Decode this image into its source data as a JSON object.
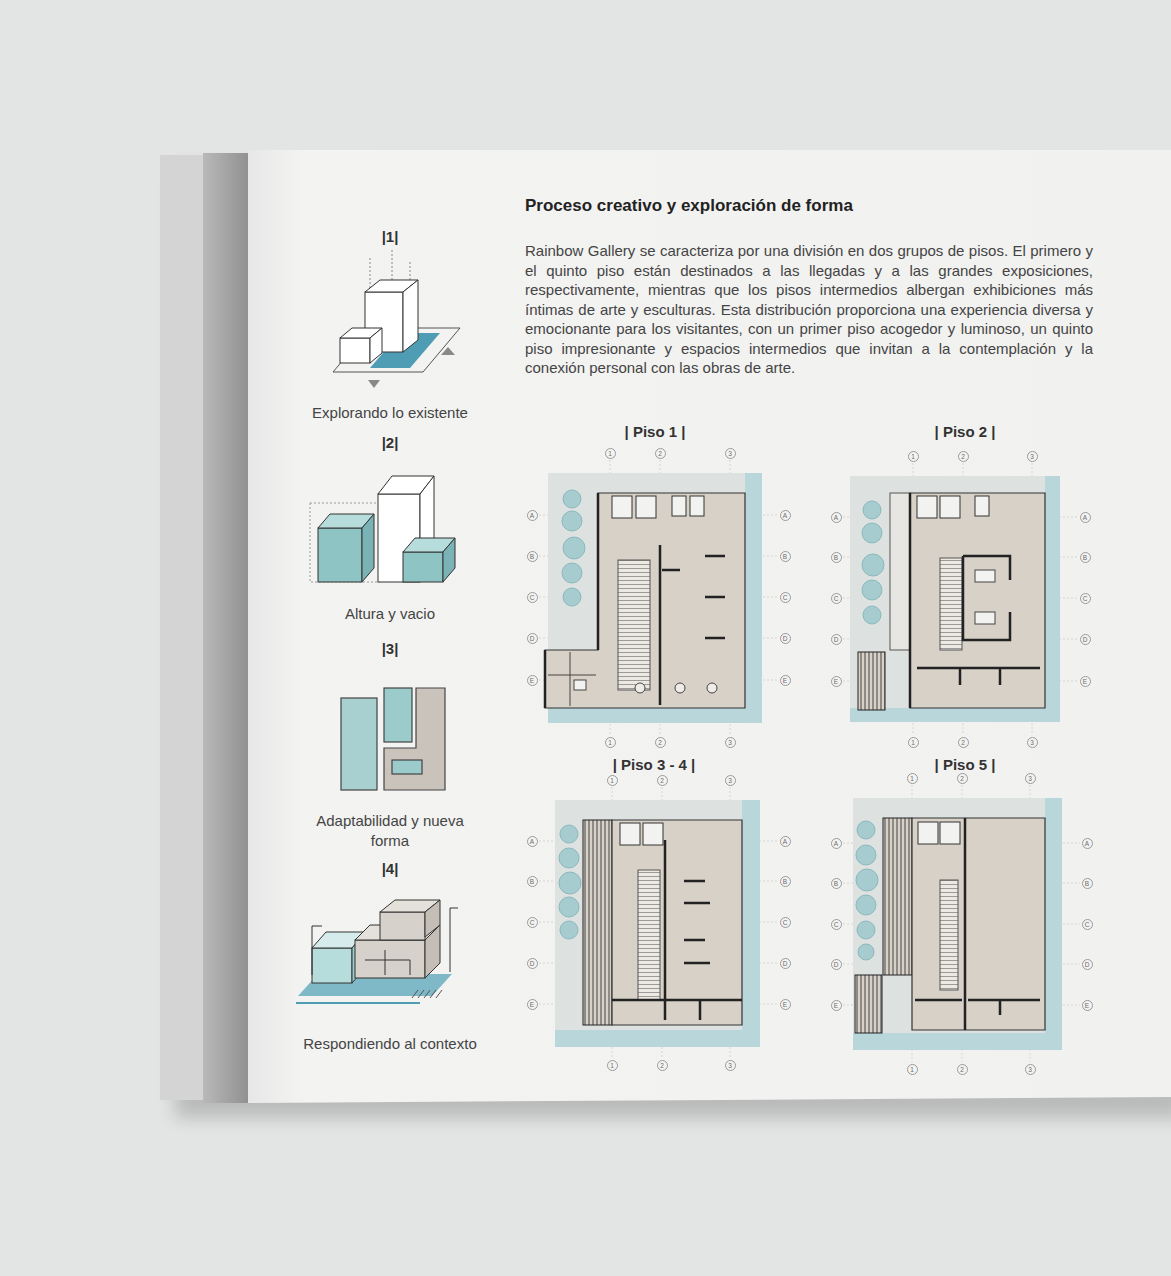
{
  "diagram": {
    "title": "Proceso creativo y exploración de forma",
    "nodes": [
      {
        "text": [
          "|1|",
          "Explorando lo existente"
        ]
      },
      {
        "text": [
          "|2|",
          "Altura y vacio"
        ]
      },
      {
        "text": [
          "|3|",
          "Adaptabilidad y nueva forma"
        ]
      },
      {
        "text": [
          "|4|",
          "Respondiendo al contexto"
        ]
      },
      {
        "text": [
          "| Piso 1 |"
        ]
      },
      {
        "text": [
          "| Piso 2 |"
        ]
      },
      {
        "text": [
          "| Piso 3 - 4 |"
        ]
      },
      {
        "text": [
          "| Piso 5 |"
        ]
      }
    ],
    "labels": [
      "Rainbow Gallery se caracteriza por una división en dos grupos de pisos. El primero y el quinto piso están destinados a las llegadas y a las grandes exposiciones, respectivamente, mientras que los pisos intermedios albergan exhibiciones más íntimas de arte y esculturas. Esta distribución proporciona una experiencia diversa y emocionante para los visitantes, con un primer piso acogedor y luminoso, un quinto piso impresionante y espacios intermedios que invitan a la contemplación y la conexión personal con las obras de arte.",
      "1",
      "2",
      "3",
      "A",
      "B",
      "C",
      "D",
      "E",
      "A",
      "B",
      "C",
      "D",
      "E",
      "1",
      "2",
      "3",
      "1",
      "2",
      "3",
      "A",
      "B",
      "C",
      "D",
      "E",
      "A",
      "B",
      "C",
      "D",
      "E",
      "1",
      "2",
      "3",
      "1",
      "2",
      "3",
      "A",
      "B",
      "C",
      "D",
      "E",
      "A",
      "B",
      "C",
      "D",
      "E",
      "1",
      "2",
      "3",
      "1",
      "2",
      "3",
      "A",
      "B",
      "C",
      "D",
      "E",
      "A",
      "B",
      "C",
      "D",
      "E",
      "1",
      "2",
      "3"
    ]
  }
}
